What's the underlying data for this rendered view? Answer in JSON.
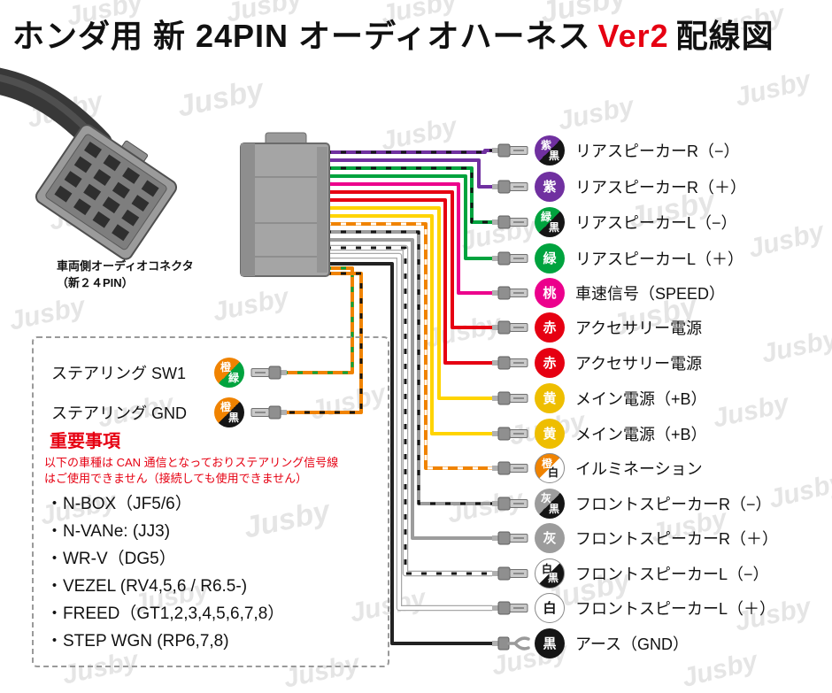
{
  "title": {
    "prefix": "ホンダ用 新 24PIN オーディオハーネス",
    "accent": "Ver2",
    "suffix": "配線図"
  },
  "watermark": {
    "text": "Jusby"
  },
  "vehicle_connector": {
    "label_line1": "車両側オーディオコネクタ",
    "label_line2": "（新２４PIN）"
  },
  "rows": [
    {
      "badge_top": "紫",
      "badge_bottom": "黒",
      "label": "リアスピーカーR（−）",
      "wire_color": "#7030a0",
      "stripe_color": "#151515",
      "terminal": "spade"
    },
    {
      "badge_top": "紫",
      "label": "リアスピーカーR（＋）",
      "wire_color": "#7030a0",
      "terminal": "spade"
    },
    {
      "badge_top": "緑",
      "badge_bottom": "黒",
      "label": "リアスピーカーL（−）",
      "wire_color": "#00a33e",
      "stripe_color": "#151515",
      "terminal": "spade"
    },
    {
      "badge_top": "緑",
      "label": "リアスピーカーL（＋）",
      "wire_color": "#00a33e",
      "terminal": "spade"
    },
    {
      "badge_top": "桃",
      "label": "車速信号（SPEED）",
      "wire_color": "#ec008c",
      "terminal": "spade"
    },
    {
      "badge_top": "赤",
      "label": "アクセサリー電源",
      "wire_color": "#e60012",
      "terminal": "spade"
    },
    {
      "badge_top": "赤",
      "label": "アクセサリー電源",
      "wire_color": "#e60012",
      "terminal": "spade"
    },
    {
      "badge_top": "黄",
      "label": "メイン電源（+B）",
      "wire_color": "#ffd400",
      "terminal": "spade"
    },
    {
      "badge_top": "黄",
      "label": "メイン電源（+B）",
      "wire_color": "#ffd400",
      "terminal": "spade"
    },
    {
      "badge_top": "橙",
      "badge_bottom": "白",
      "label": "イルミネーション",
      "wire_color": "#f08300",
      "stripe_color": "#ffffff",
      "terminal": "spade"
    },
    {
      "badge_top": "灰",
      "badge_bottom": "黒",
      "label": "フロントスピーカーR（−）",
      "wire_color": "#9c9c9c",
      "stripe_color": "#151515",
      "terminal": "spade"
    },
    {
      "badge_top": "灰",
      "label": "フロントスピーカーR（＋）",
      "wire_color": "#9c9c9c",
      "terminal": "spade"
    },
    {
      "badge_top": "白",
      "badge_bottom": "黒",
      "label": "フロントスピーカーL（−）",
      "wire_color": "#ffffff",
      "stripe_color": "#151515",
      "terminal": "spade"
    },
    {
      "badge_top": "白",
      "label": "フロントスピーカーL（＋）",
      "wire_color": "#ffffff",
      "terminal": "spade"
    },
    {
      "badge_top": "黒",
      "label": "アース（GND）",
      "wire_color": "#222222",
      "terminal": "fork"
    }
  ],
  "steering": {
    "sw1": {
      "label": "ステアリング SW1",
      "badge_top": "橙",
      "badge_bottom": "緑",
      "wire_color": "#f08300",
      "stripe_color": "#00a33e"
    },
    "gnd": {
      "label": "ステアリング GND",
      "badge_top": "橙",
      "badge_bottom": "黒",
      "wire_color": "#f08300",
      "stripe_color": "#151515"
    }
  },
  "notice": {
    "heading": "重要事項",
    "line1": "以下の車種は CAN 通信となっておりステアリング信号線",
    "line2": "はご使用できません（接続しても使用できません）",
    "models": [
      "・N-BOX（JF5/6）",
      "・N-VANe: (JJ3)",
      "・WR-V（DG5）",
      "・VEZEL (RV4,5,6 / R6.5-)",
      "・FREED（GT1,2,3,4,5,6,7,8）",
      "・STEP WGN (RP6,7,8)"
    ]
  },
  "colors": {
    "accent_red": "#e60012",
    "purple": "#7030a0",
    "green": "#00a33e",
    "pink": "#ec008c",
    "red": "#e60012",
    "yellow": "#eebe00",
    "orange": "#f08300",
    "gray": "#9c9c9c",
    "white": "#ffffff",
    "black": "#151515",
    "watermark": "#d8d8d8",
    "connector_gray": "#a5a5a5"
  }
}
